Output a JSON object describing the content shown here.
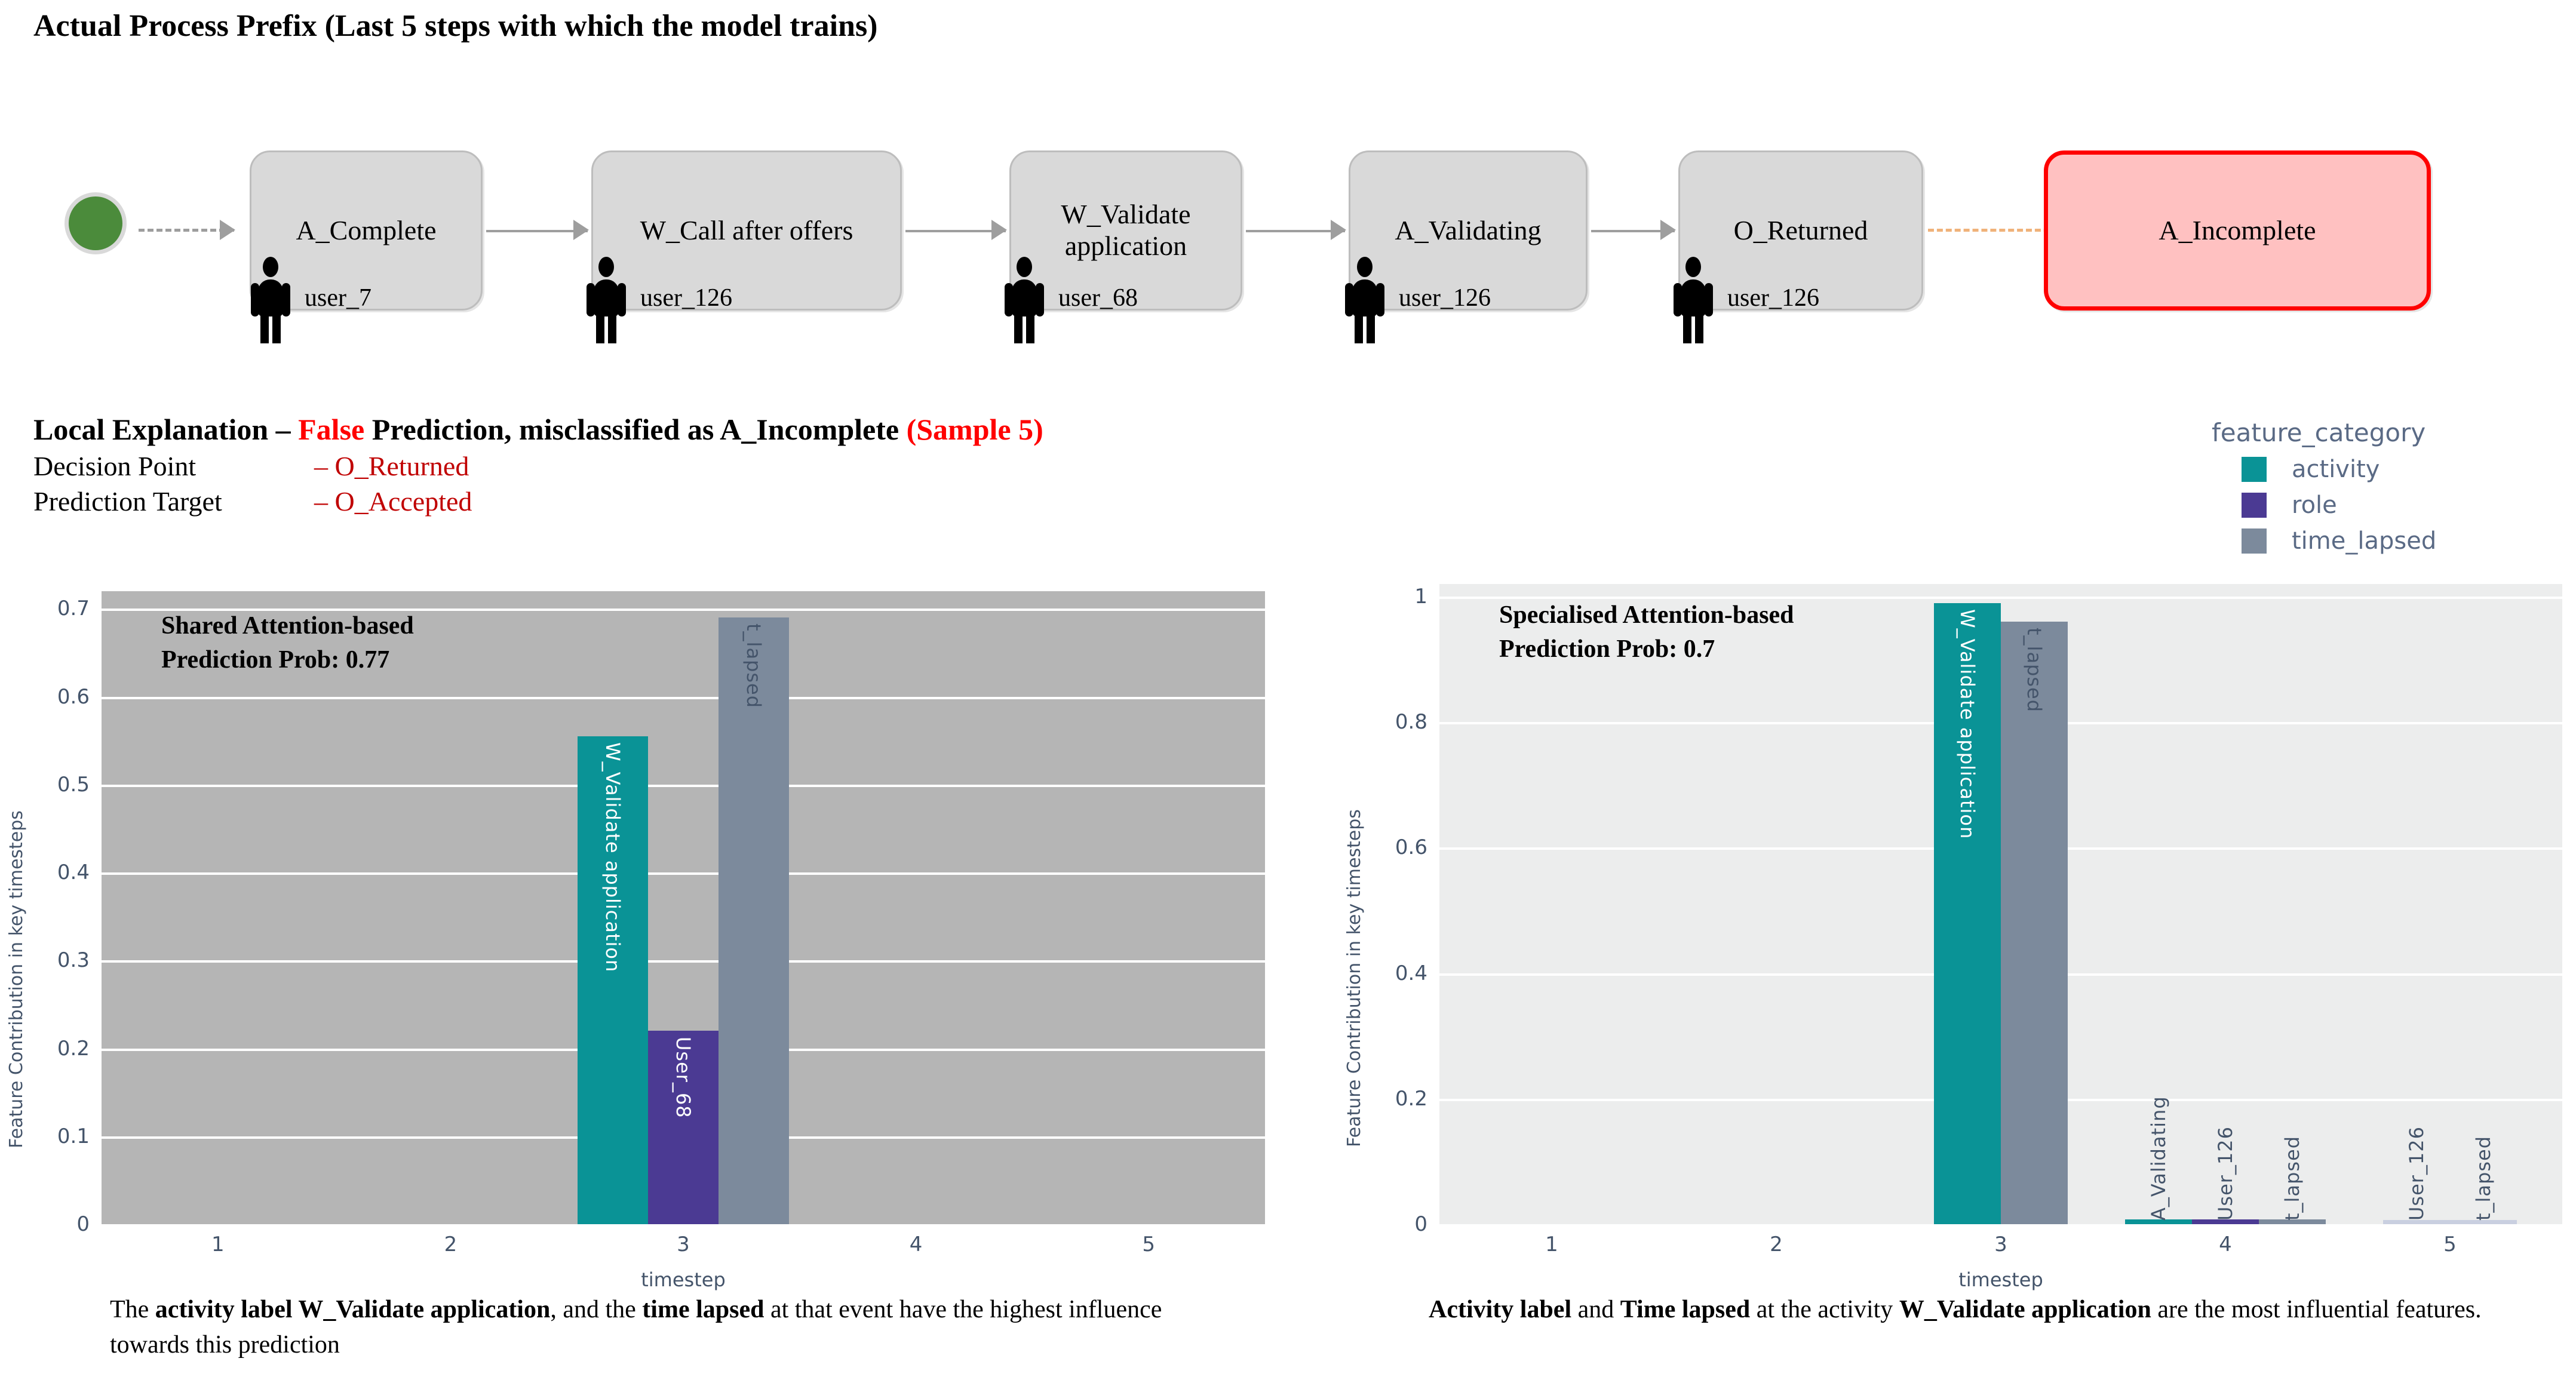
{
  "prefix_section": {
    "title": "Actual Process Prefix (Last 5 steps with which the model trains)",
    "start_node_color": "#4b8b3b",
    "steps": [
      {
        "activity": "A_Complete",
        "resource": "user_7"
      },
      {
        "activity": "W_Call after offers",
        "resource": "user_126"
      },
      {
        "activity": "W_Validate application",
        "resource": "user_68"
      },
      {
        "activity": "A_Validating",
        "resource": "user_126"
      },
      {
        "activity": "O_Returned",
        "resource": "user_126"
      }
    ],
    "predicted_node": {
      "activity": "A_Incomplete",
      "fill": "#ffc1c1",
      "border": "#ff0000"
    }
  },
  "explanation": {
    "heading_prefix": "Local Explanation – ",
    "heading_false": "False",
    "heading_rest": " Prediction, misclassified as A_Incomplete ",
    "heading_sample": "(Sample 5)",
    "rows": [
      {
        "key": "Decision Point",
        "value": "– O_Returned"
      },
      {
        "key": "Prediction Target",
        "value": "– O_Accepted"
      }
    ]
  },
  "legend": {
    "title": "feature_category",
    "items": [
      {
        "label": "activity",
        "color": "#0a9396"
      },
      {
        "label": "role",
        "color": "#4b3a93"
      },
      {
        "label": "time_lapsed",
        "color": "#7c8a9c"
      }
    ]
  },
  "chart_data": [
    {
      "id": "shared",
      "type": "bar",
      "annotation": "Shared Attention-based\nPrediction Prob: 0.77",
      "model_name": "Shared Attention-based",
      "prediction_prob": 0.77,
      "xlabel": "timestep",
      "ylabel": "Feature Contribution in key timesteps",
      "plot_bg": "#b5b5b5",
      "categories": [
        "1",
        "2",
        "3",
        "4",
        "5"
      ],
      "yticks": [
        "0",
        "0.1",
        "0.2",
        "0.3",
        "0.4",
        "0.5",
        "0.6",
        "0.7"
      ],
      "ylim": [
        0,
        0.72
      ],
      "grid": true,
      "legend_position": "outside-top-right",
      "bars": [
        {
          "timestep": 3,
          "label": "W_Validate application",
          "category": "activity",
          "value": 0.555,
          "color": "#0a9396",
          "text_color": "#ffffff"
        },
        {
          "timestep": 3,
          "label": "User_68",
          "category": "role",
          "value": 0.22,
          "color": "#4b3a93",
          "text_color": "#ffffff"
        },
        {
          "timestep": 3,
          "label": "t_lapsed",
          "category": "time_lapsed",
          "value": 0.69,
          "color": "#7c8a9c",
          "text_color": "#44546a"
        }
      ]
    },
    {
      "id": "specialised",
      "type": "bar",
      "annotation": "Specialised Attention-based\nPrediction Prob: 0.7",
      "model_name": "Specialised Attention-based",
      "prediction_prob": 0.7,
      "xlabel": "timestep",
      "ylabel": "Feature Contribution in key timesteps",
      "plot_bg": "#eceded",
      "categories": [
        "1",
        "2",
        "3",
        "4",
        "5"
      ],
      "yticks": [
        "0",
        "0.2",
        "0.4",
        "0.6",
        "0.8",
        "1"
      ],
      "ylim": [
        0,
        1.02
      ],
      "grid": true,
      "legend_position": "outside-top-right",
      "bars": [
        {
          "timestep": 3,
          "label": "W_Validate application",
          "category": "activity",
          "value": 0.99,
          "color": "#0a9396",
          "text_color": "#ffffff"
        },
        {
          "timestep": 3,
          "label": "t_lapsed",
          "category": "time_lapsed",
          "value": 0.96,
          "color": "#7c8a9c",
          "text_color": "#44546a"
        },
        {
          "timestep": 4,
          "label": "A_Validating",
          "category": "activity",
          "value": 0.008,
          "color": "#0a9396",
          "text_color": "#44546a"
        },
        {
          "timestep": 4,
          "label": "User_126",
          "category": "role",
          "value": 0.008,
          "color": "#4b3a93",
          "text_color": "#44546a"
        },
        {
          "timestep": 4,
          "label": "t_lapsed",
          "category": "time_lapsed",
          "value": 0.008,
          "color": "#7c8a9c",
          "text_color": "#44546a"
        },
        {
          "timestep": 5,
          "label": "User_126",
          "category": "role",
          "value": 0.004,
          "color": "#c9cfe0",
          "text_color": "#44546a"
        },
        {
          "timestep": 5,
          "label": "t_lapsed",
          "category": "time_lapsed",
          "value": 0.004,
          "color": "#c9cfe0",
          "text_color": "#44546a"
        }
      ]
    }
  ],
  "captions": {
    "left": {
      "p1a": "The ",
      "p1b": "activity label W_Validate application",
      "p1c": ", and the ",
      "p1d": "time lapsed",
      "p1e": " at that event have the highest influence towards this prediction"
    },
    "right": {
      "p1a": "Activity label",
      "p1b": " and ",
      "p1c": "Time lapsed",
      "p1d": " at the activity ",
      "p1e": "W_Validate application",
      "p1f": " are the most influential features."
    }
  }
}
